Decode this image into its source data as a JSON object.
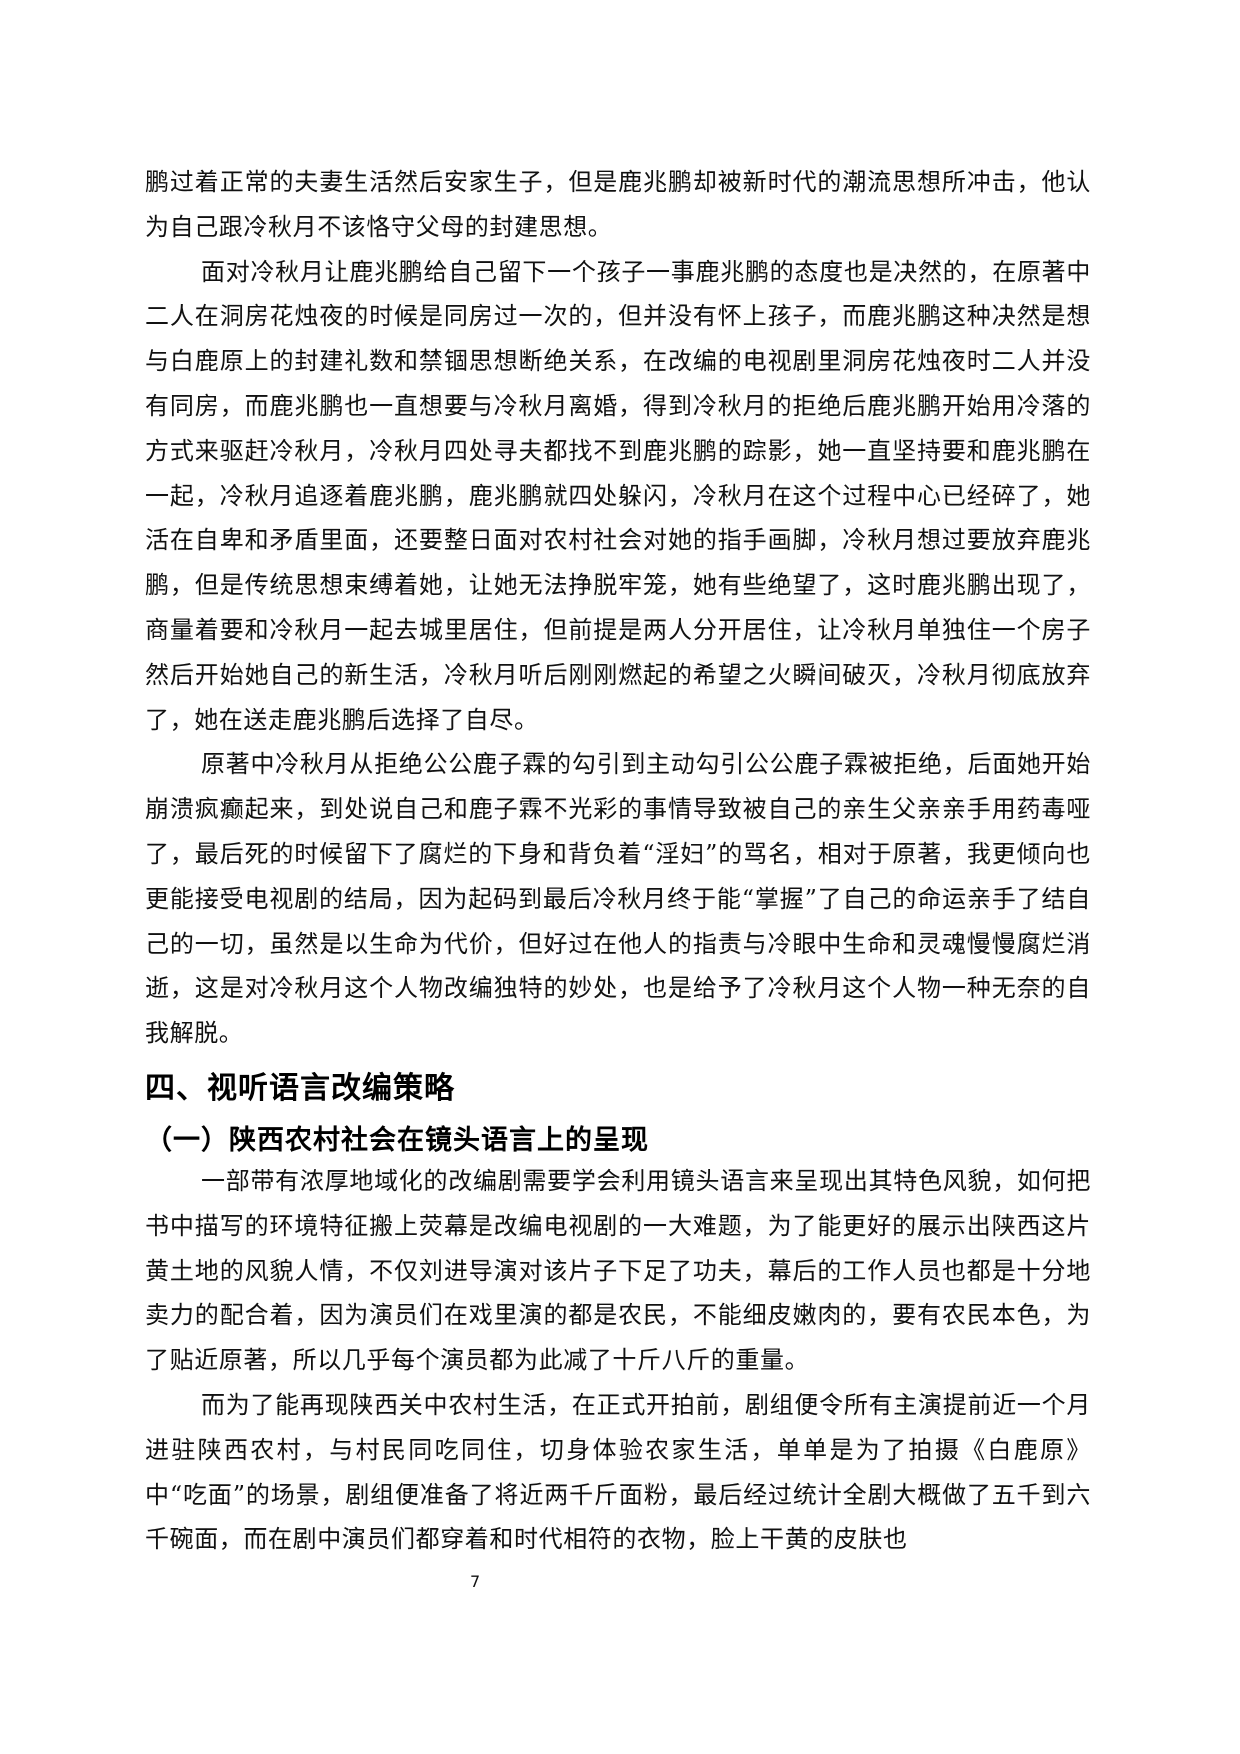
{
  "document": {
    "section1": {
      "paragraphs": [
        "鹏过着正常的夫妻生活然后安家生子，但是鹿兆鹏却被新时代的潮流思想所冲击，他认为自己跟冷秋月不该恪守父母的封建思想。",
        "面对冷秋月让鹿兆鹏给自己留下一个孩子一事鹿兆鹏的态度也是决然的，在原著中二人在洞房花烛夜的时候是同房过一次的，但并没有怀上孩子，而鹿兆鹏这种决然是想与白鹿原上的封建礼数和禁锢思想断绝关系，在改编的电视剧里洞房花烛夜时二人并没有同房，而鹿兆鹏也一直想要与冷秋月离婚，得到冷秋月的拒绝后鹿兆鹏开始用冷落的方式来驱赶冷秋月，冷秋月四处寻夫都找不到鹿兆鹏的踪影，她一直坚持要和鹿兆鹏在一起，冷秋月追逐着鹿兆鹏，鹿兆鹏就四处躲闪，冷秋月在这个过程中心已经碎了，她活在自卑和矛盾里面，还要整日面对农村社会对她的指手画脚，冷秋月想过要放弃鹿兆鹏，但是传统思想束缚着她，让她无法挣脱牢笼，她有些绝望了，这时鹿兆鹏出现了，商量着要和冷秋月一起去城里居住，但前提是两人分开居住，让冷秋月单独住一个房子然后开始她自己的新生活，冷秋月听后刚刚燃起的希望之火瞬间破灭，冷秋月彻底放弃了，她在送走鹿兆鹏后选择了自尽。",
        "原著中冷秋月从拒绝公公鹿子霖的勾引到主动勾引公公鹿子霖被拒绝，后面她开始崩溃疯癫起来，到处说自己和鹿子霖不光彩的事情导致被自己的亲生父亲亲手用药毒哑了，最后死的时候留下了腐烂的下身和背负着“淫妇”的骂名，相对于原著，我更倾向也更能接受电视剧的结局，因为起码到最后冷秋月终于能“掌握”了自己的命运亲手了结自己的一切，虽然是以生命为代价，但好过在他人的指责与冷眼中生命和灵魂慢慢腐烂消逝，这是对冷秋月这个人物改编独特的妙处，也是给予了冷秋月这个人物一种无奈的自我解脱。"
      ]
    },
    "heading_level1": "四、视听语言改编策略",
    "heading_level2": "（一）陕西农村社会在镜头语言上的呈现",
    "section2": {
      "paragraphs": [
        "一部带有浓厚地域化的改编剧需要学会利用镜头语言来呈现出其特色风貌，如何把书中描写的环境特征搬上荧幕是改编电视剧的一大难题，为了能更好的展示出陕西这片黄土地的风貌人情，不仅刘进导演对该片子下足了功夫，幕后的工作人员也都是十分地卖力的配合着，因为演员们在戏里演的都是农民，不能细皮嫩肉的，要有农民本色，为了贴近原著，所以几乎每个演员都为此减了十斤八斤的重量。",
        "而为了能再现陕西关中农村生活，在正式开拍前，剧组便令所有主演提前近一个月进驻陕西农村，与村民同吃同住，切身体验农家生活，单单是为了拍摄《白鹿原》中“吃面”的场景，剧组便准备了将近两千斤面粉，最后经过统计全剧大概做了五千到六千碗面，而在剧中演员们都穿着和时代相符的衣物，脸上干黄的皮肤也"
      ]
    },
    "page_number": "7"
  }
}
